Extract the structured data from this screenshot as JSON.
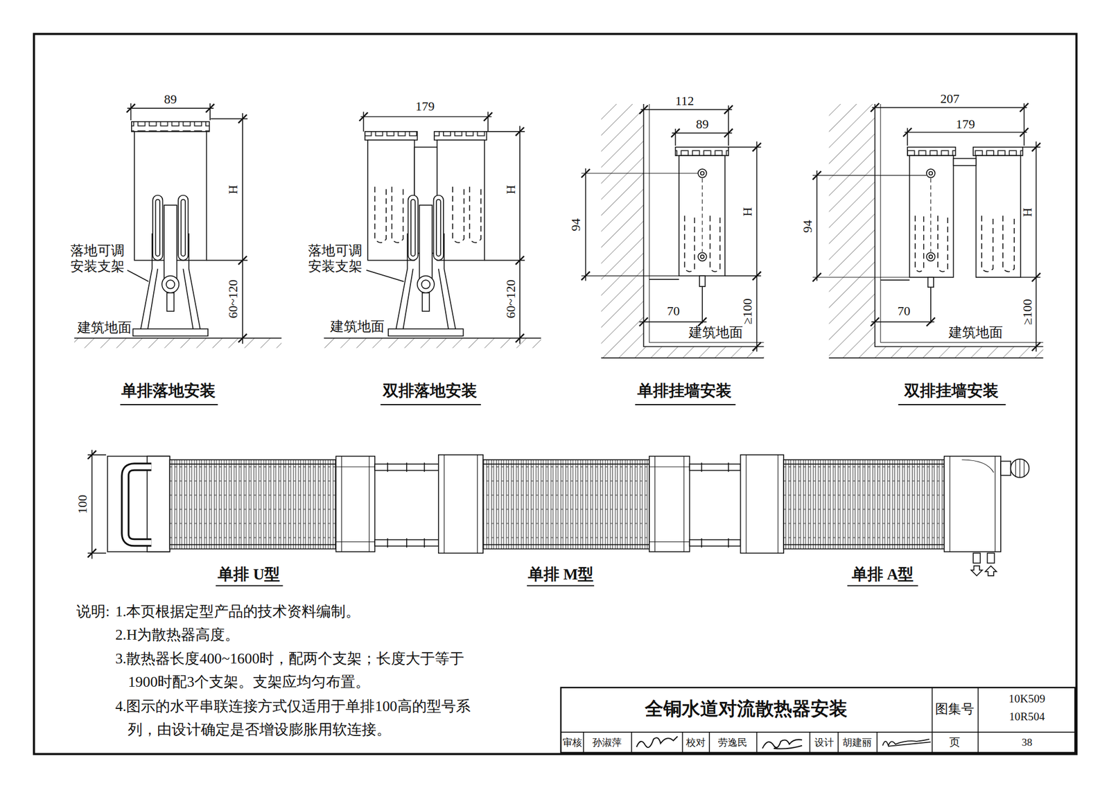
{
  "diagram": {
    "title": "全铜水道对流散热器安装",
    "labels": [
      "89",
      "H",
      "落地可调安装支架",
      "60~120",
      "建筑地面",
      "单排落地安装",
      "179",
      "H",
      "落地可调安装支架",
      "60~120",
      "建筑地面",
      "双排落地安装",
      "112",
      "89",
      "94",
      "H",
      "70",
      "≥100",
      "建筑地面",
      "单排挂墙安装",
      "207",
      "179",
      "94",
      "H",
      "70",
      "≥100",
      "建筑地面",
      "双排挂墙安装",
      "100",
      "单排 U型",
      "单排 M型",
      "单排 A型",
      "说明:",
      "1.本页根据定型产品的技术资料编制。",
      "2.H为散热器高度。",
      "3.散热器长度400~1600时，配两个支架；长度大于等于1900时配3个支架。支架应均匀布置。",
      "4.图示的水平串联连接方式仅适用于单排100高的型号系列，由设计确定是否增设膨胀用软连接。",
      "图集号",
      "10K509",
      "10R504",
      "审核",
      "孙淑萍",
      "校对",
      "劳逸民",
      "设计",
      "胡建丽",
      "页",
      "38"
    ]
  }
}
